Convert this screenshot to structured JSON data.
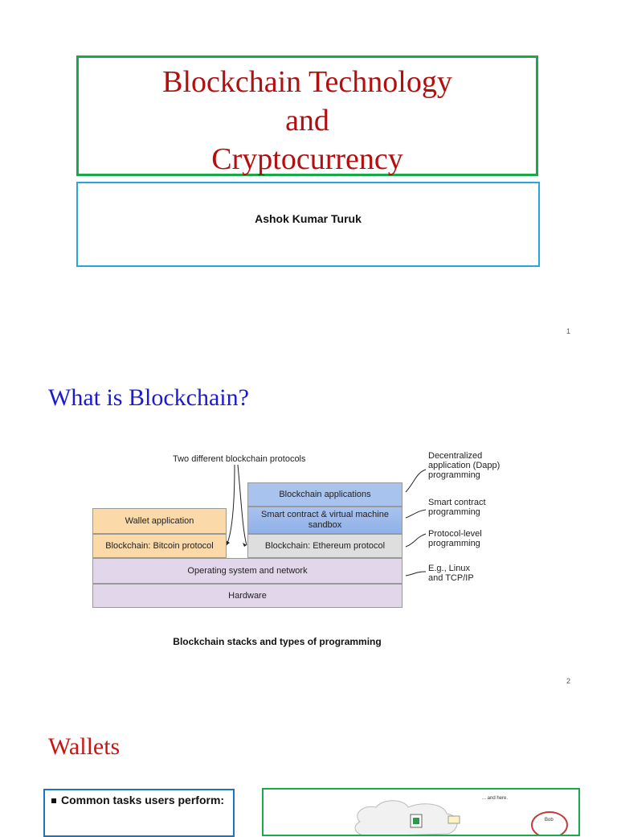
{
  "slide1": {
    "title_line1": "Blockchain Technology",
    "title_line2": "and",
    "title_line3": "Cryptocurrency",
    "author": "Ashok Kumar Turuk",
    "page_number": "1"
  },
  "slide2": {
    "title": "What is Blockchain?",
    "diagram": {
      "top_label": "Two different blockchain protocols",
      "wallet_application": "Wallet application",
      "bitcoin_protocol": "Blockchain: Bitcoin protocol",
      "blockchain_applications": "Blockchain applications",
      "smart_contract_sandbox": "Smart contract & virtual machine sandbox",
      "ethereum_protocol": "Blockchain: Ethereum protocol",
      "os_network": "Operating system and network",
      "hardware": "Hardware",
      "ann_dapp": "Decentralized application (Dapp) programming",
      "ann_smart_contract": "Smart contract programming",
      "ann_protocol_level": "Protocol-level programming",
      "ann_linux": "E.g., Linux and TCP/IP"
    },
    "caption": "Blockchain stacks and types of programming",
    "page_number": "2"
  },
  "slide3": {
    "title": "Wallets",
    "bullet": "Common tasks users perform:",
    "figure_text_1": "... and here.",
    "figure_text_2": "Bob"
  },
  "colors": {
    "title_red": "#b30f0f",
    "title_blue": "#1a1ad6",
    "green_border": "#1aa84a",
    "blue_border": "#27a6dd",
    "wallet_orange": "#fbd9a8",
    "app_blue": "#a9c3ef",
    "os_purple": "#e2d6ea",
    "eth_gray": "#dedede"
  }
}
